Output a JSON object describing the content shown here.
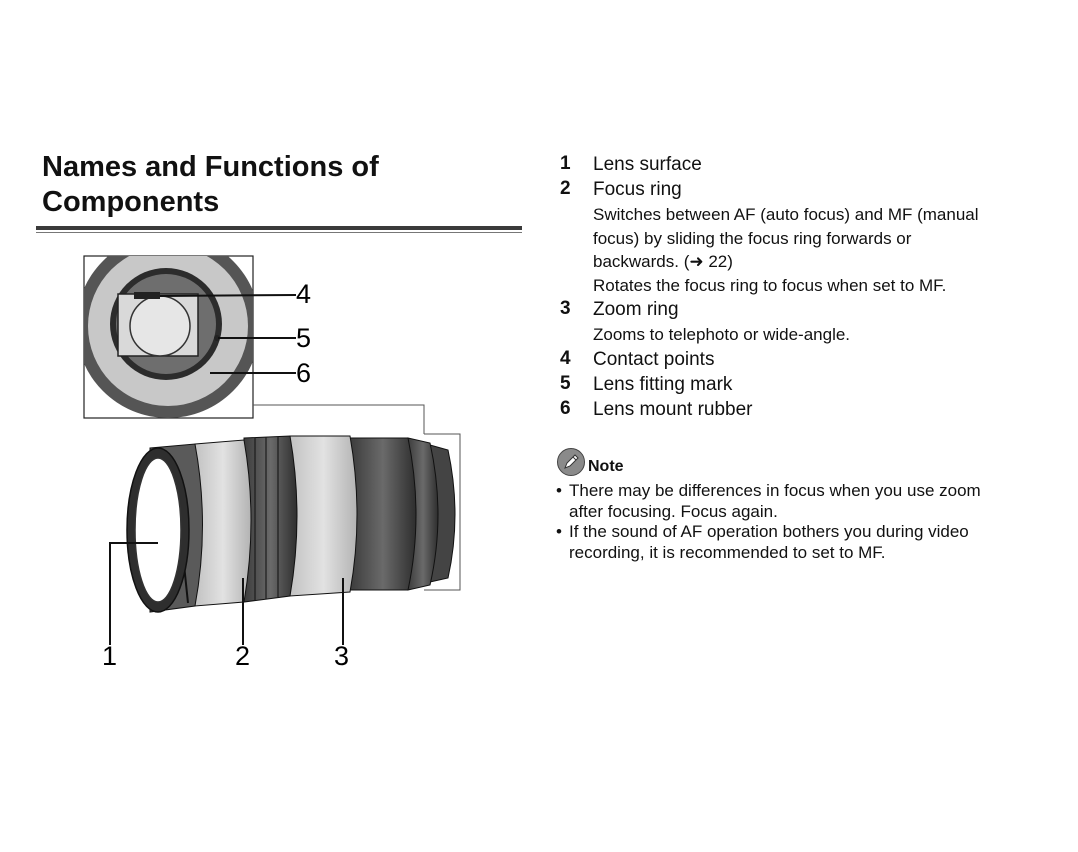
{
  "heading": {
    "line1": "Names and Functions of",
    "line2": "Components"
  },
  "figure": {
    "callouts": [
      "4",
      "5",
      "6",
      "1",
      "2",
      "3"
    ]
  },
  "items": [
    {
      "num": "1",
      "title": "Lens surface",
      "desc": []
    },
    {
      "num": "2",
      "title": "Focus ring",
      "desc": [
        "Switches between AF (auto focus) and MF (manual",
        "focus) by sliding the focus ring forwards or",
        "backwards. (➜ 22)",
        "Rotates the focus ring to focus when set to MF."
      ]
    },
    {
      "num": "3",
      "title": "Zoom ring",
      "desc": [
        "Zooms to telephoto or wide-angle."
      ]
    },
    {
      "num": "4",
      "title": "Contact points",
      "desc": []
    },
    {
      "num": "5",
      "title": "Lens fitting mark",
      "desc": []
    },
    {
      "num": "6",
      "title": "Lens mount rubber",
      "desc": []
    }
  ],
  "note": {
    "title": "Note",
    "bullets": [
      [
        "There may be differences in focus when you use zoom",
        "after focusing. Focus again."
      ],
      [
        "If the sound of AF operation bothers you during video",
        "recording, it is recommended to set to MF."
      ]
    ]
  }
}
